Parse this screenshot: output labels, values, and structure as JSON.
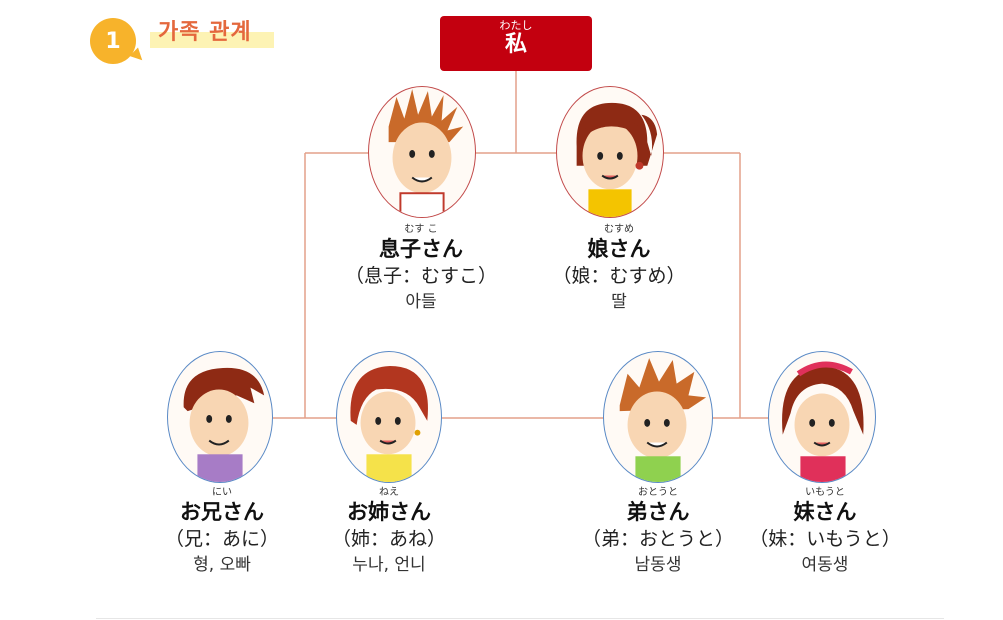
{
  "section": {
    "number": "1",
    "title": "가족 관계"
  },
  "me": {
    "furigana": "わたし",
    "label": "私"
  },
  "children": [
    {
      "furigana": "むす こ",
      "honorific": "息子さん",
      "plain": "（息子：むすこ）",
      "korean": "아들"
    },
    {
      "furigana": "むすめ",
      "honorific": "娘さん",
      "plain": "（娘：むすめ）",
      "korean": "딸"
    }
  ],
  "siblings": [
    {
      "furigana": "にい",
      "honorific": "お兄さん",
      "plain": "（兄：あに）",
      "korean": "형, 오빠"
    },
    {
      "furigana": "ねえ",
      "honorific": "お姉さん",
      "plain": "（姉：あね）",
      "korean": "누나, 언니"
    },
    {
      "furigana": "おとうと",
      "honorific": "弟さん",
      "plain": "（弟：おとうと）",
      "korean": "남동생"
    },
    {
      "furigana": "いもうと",
      "honorific": "妹さん",
      "plain": "（妹：いもうと）",
      "korean": "여동생"
    }
  ],
  "colors": {
    "accent_red": "#c3000f",
    "badge_yellow": "#f7b32b",
    "title_orange": "#e4683d",
    "connector": "#e3a08a"
  }
}
